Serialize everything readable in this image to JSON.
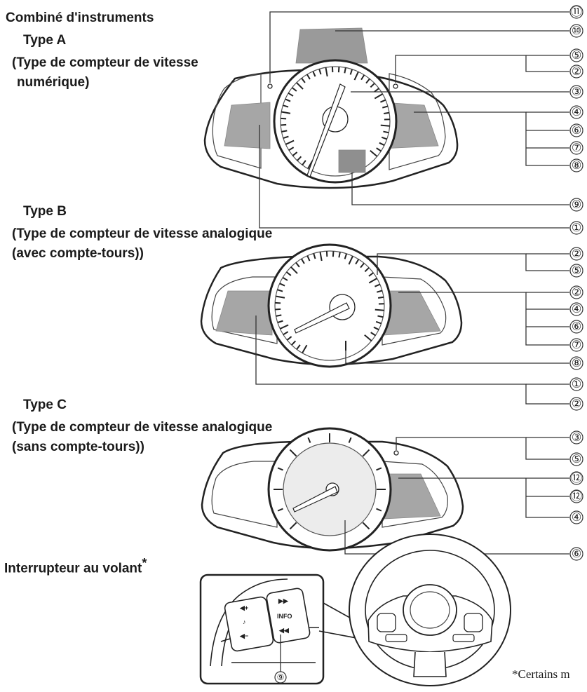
{
  "labels": {
    "combined": "Combiné d'instruments",
    "type_a": "Type A",
    "type_a_desc_1": "(Type de compteur de vitesse",
    "type_a_desc_2": "numérique)",
    "type_b": "Type B",
    "type_b_desc_1": "(Type de compteur de vitesse analogique",
    "type_b_desc_2": "(avec compte-tours))",
    "type_c": "Type C",
    "type_c_desc_1": "(Type de compteur de vitesse analogique",
    "type_c_desc_2": "(sans compte-tours))",
    "steering": "Interrupteur au volant",
    "asterisk": "*",
    "footnote": "*Certains m"
  },
  "callouts_right": [
    "⑪",
    "⑩",
    "⑤",
    "②",
    "③",
    "④",
    "⑥",
    "⑦",
    "⑧",
    "⑨",
    "①",
    "②",
    "⑤",
    "②",
    "④",
    "⑥",
    "⑦",
    "⑧",
    "①",
    "②",
    "③",
    "⑤",
    "⑫",
    "⑫",
    "④",
    "⑥",
    "①"
  ],
  "callout_bottom": "⑨",
  "switch_text": {
    "vol_up": "◀+",
    "vol_down": "◀−",
    "voice": "♪",
    "next": "▶▶",
    "info": "INFO",
    "prev": "◀◀"
  }
}
